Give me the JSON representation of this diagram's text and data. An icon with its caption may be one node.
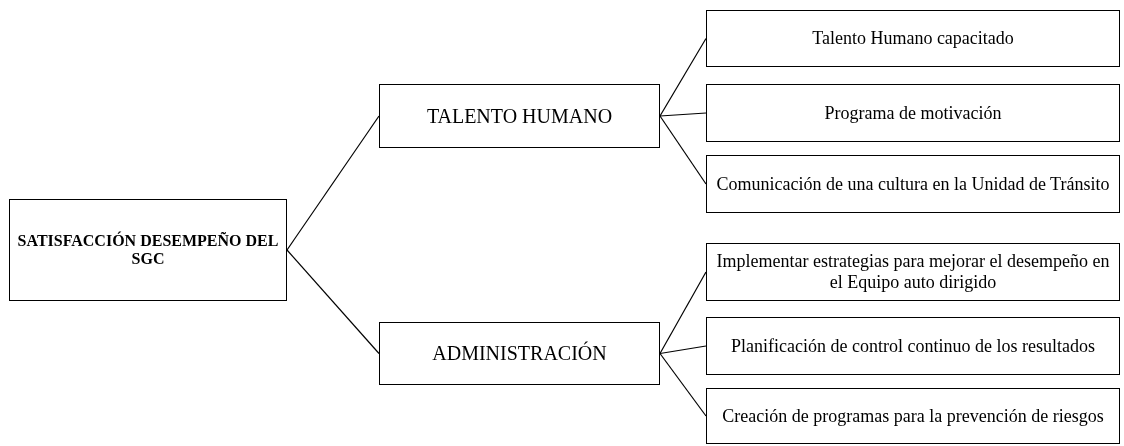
{
  "diagram": {
    "nodes": [
      {
        "text": [
          "SATISFACCIÓN DESEMPEÑO DEL  SGC"
        ]
      },
      {
        "text": [
          "TALENTO HUMANO"
        ]
      },
      {
        "text": [
          "ADMINISTRACIÓN"
        ]
      },
      {
        "text": [
          "Talento Humano capacitado"
        ]
      },
      {
        "text": [
          "Programa de motivación"
        ]
      },
      {
        "text": [
          "Comunicación de una cultura en la Unidad de Tránsito"
        ]
      },
      {
        "text": [
          "Implementar estrategias para mejorar el desempeño en el Equipo auto dirigido"
        ]
      },
      {
        "text": [
          "Planificación de control continuo de los resultados"
        ]
      },
      {
        "text": [
          "Creación de programas para la prevención de riesgos"
        ]
      }
    ],
    "edges": [
      {
        "from": 0,
        "to": 1,
        "arrow": "none"
      },
      {
        "from": 0,
        "to": 2,
        "arrow": "none"
      },
      {
        "from": 1,
        "to": 3,
        "arrow": "none"
      },
      {
        "from": 1,
        "to": 4,
        "arrow": "none"
      },
      {
        "from": 1,
        "to": 5,
        "arrow": "none"
      },
      {
        "from": 2,
        "to": 6,
        "arrow": "none"
      },
      {
        "from": 2,
        "to": 7,
        "arrow": "none"
      },
      {
        "from": 2,
        "to": 8,
        "arrow": "none"
      }
    ]
  }
}
